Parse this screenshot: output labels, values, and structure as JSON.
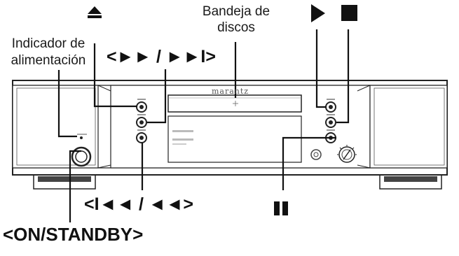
{
  "labels": {
    "disc_tray": [
      "Bandeja de",
      "discos"
    ],
    "power_indicator": [
      "Indicador de",
      "alimentación"
    ],
    "skip_forward": "<►► / ►►I>",
    "skip_back": "<I◄◄ / ◄◄>",
    "on_standby": "<ON/STANDBY>",
    "eject_symbol": "▲",
    "play_symbol": "►",
    "stop_symbol": "■",
    "pause_symbol": "II"
  },
  "device": {
    "brand": "marantz"
  }
}
